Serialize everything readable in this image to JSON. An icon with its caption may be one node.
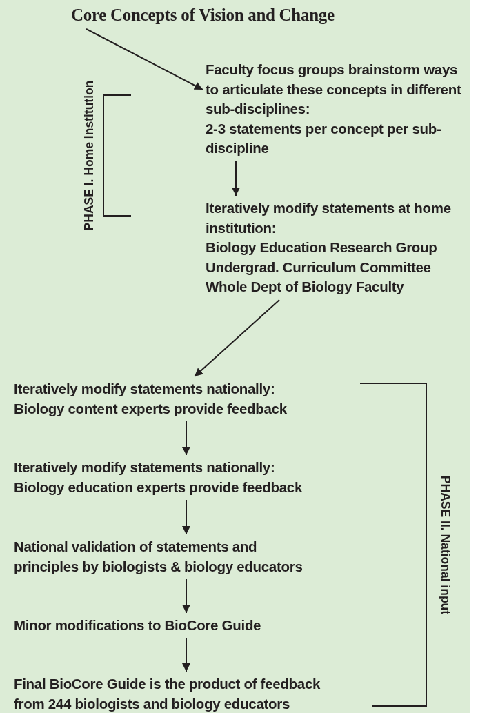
{
  "diagram": {
    "nodes": [
      {
        "text": [
          "Core Concepts of Vision and Change"
        ]
      },
      {
        "text": [
          "Faculty focus groups brainstorm ways to articulate these concepts in different sub-disciplines:",
          "2-3 statements per concept per sub-discipline"
        ]
      },
      {
        "text": [
          "Iteratively modify statements at home institution:",
          "Biology Education Research Group",
          "Undergrad. Curriculum Committee",
          "Whole Dept of Biology Faculty"
        ]
      },
      {
        "text": [
          "Iteratively modify statements nationally:",
          "Biology content experts provide feedback"
        ]
      },
      {
        "text": [
          "Iteratively modify statements nationally:",
          "Biology education experts provide feedback"
        ]
      },
      {
        "text": [
          "National validation of statements and principles by biologists & biology educators"
        ]
      },
      {
        "text": [
          "Minor modifications to BioCore Guide"
        ]
      },
      {
        "text": [
          "Final BioCore Guide is the product of feedback from 244 biologists and biology educators"
        ]
      }
    ],
    "edges": [
      {
        "from": 0,
        "to": 1,
        "arrow": "to"
      },
      {
        "from": 1,
        "to": 2,
        "arrow": "to"
      },
      {
        "from": 2,
        "to": 3,
        "arrow": "to"
      },
      {
        "from": 3,
        "to": 4,
        "arrow": "to"
      },
      {
        "from": 4,
        "to": 5,
        "arrow": "to"
      },
      {
        "from": 5,
        "to": 6,
        "arrow": "to"
      },
      {
        "from": 6,
        "to": 7,
        "arrow": "to"
      }
    ],
    "labels": [
      "PHASE I. Home Institution",
      "PHASE II. National input"
    ]
  }
}
